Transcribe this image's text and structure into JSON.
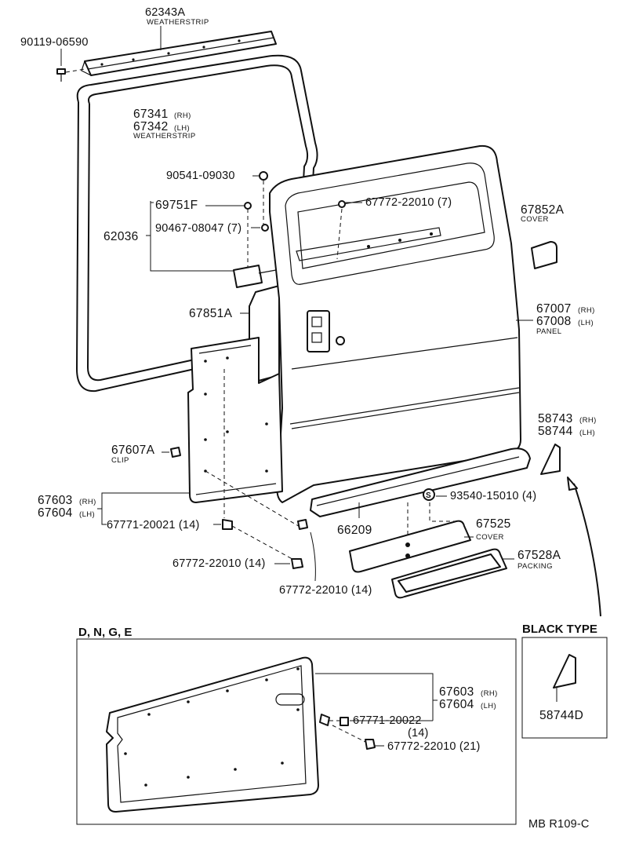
{
  "labels": {
    "p62343a": "62343A",
    "weatherstrip_top": "WEATHERSTRIP",
    "p90119": "90119-06590",
    "p67341": "67341",
    "rh": "(RH)",
    "lh": "(LH)",
    "p67342": "67342",
    "weatherstrip_mid": "WEATHERSTRIP",
    "p90541": "90541-09030",
    "p69751f": "69751F",
    "p62036": "62036",
    "p90467": "90467-08047 (7)",
    "p67772_7": "67772-22010 (7)",
    "p67852a": "67852A",
    "cover_a": "COVER",
    "p67851a": "67851A",
    "p67007": "67007",
    "p67008": "67008",
    "panel": "PANEL",
    "p58743": "58743",
    "p58744": "58744",
    "p67607a": "67607A",
    "clip": "CLIP",
    "p67603": "67603",
    "p67604": "67604",
    "p67771_14": "67771-20021 (14)",
    "p67772_14a": "67772-22010 (14)",
    "p66209": "66209",
    "p93540": "93540-15010 (4)",
    "s_mark": "S",
    "p67525": "67525",
    "cover_b": "COVER",
    "p67528a": "67528A",
    "packing": "PACKING",
    "p67772_14b": "67772-22010 (14)",
    "black_type": "BLACK TYPE",
    "p58744d": "58744D",
    "dnge": "D, N, G, E",
    "p67603_b": "67603",
    "p67604_b": "67604",
    "p67771_22": "67771-20022",
    "qty14": "(14)",
    "p67772_21": "67772-22010 (21)",
    "footer": "MB R109-C"
  }
}
